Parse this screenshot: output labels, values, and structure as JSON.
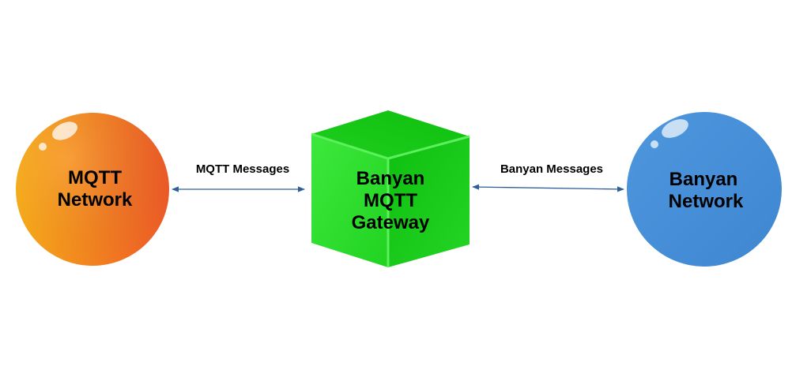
{
  "nodes": {
    "mqtt_network": {
      "line1": "MQTT",
      "line2": "Network",
      "color_start": "#fcad17",
      "color_end": "#f06126"
    },
    "gateway": {
      "line1": "Banyan",
      "line2": "MQTT",
      "line3": "Gateway",
      "color": "#22d622"
    },
    "banyan_network": {
      "line1": "Banyan",
      "line2": "Network",
      "color": "#4a90d9"
    }
  },
  "edges": {
    "mqtt_messages": {
      "label": "MQTT Messages",
      "direction": "bidirectional"
    },
    "banyan_messages": {
      "label": "Banyan Messages",
      "direction": "bidirectional"
    }
  },
  "colors": {
    "arrow": "#2f5f9a",
    "background": "#ffffff"
  }
}
